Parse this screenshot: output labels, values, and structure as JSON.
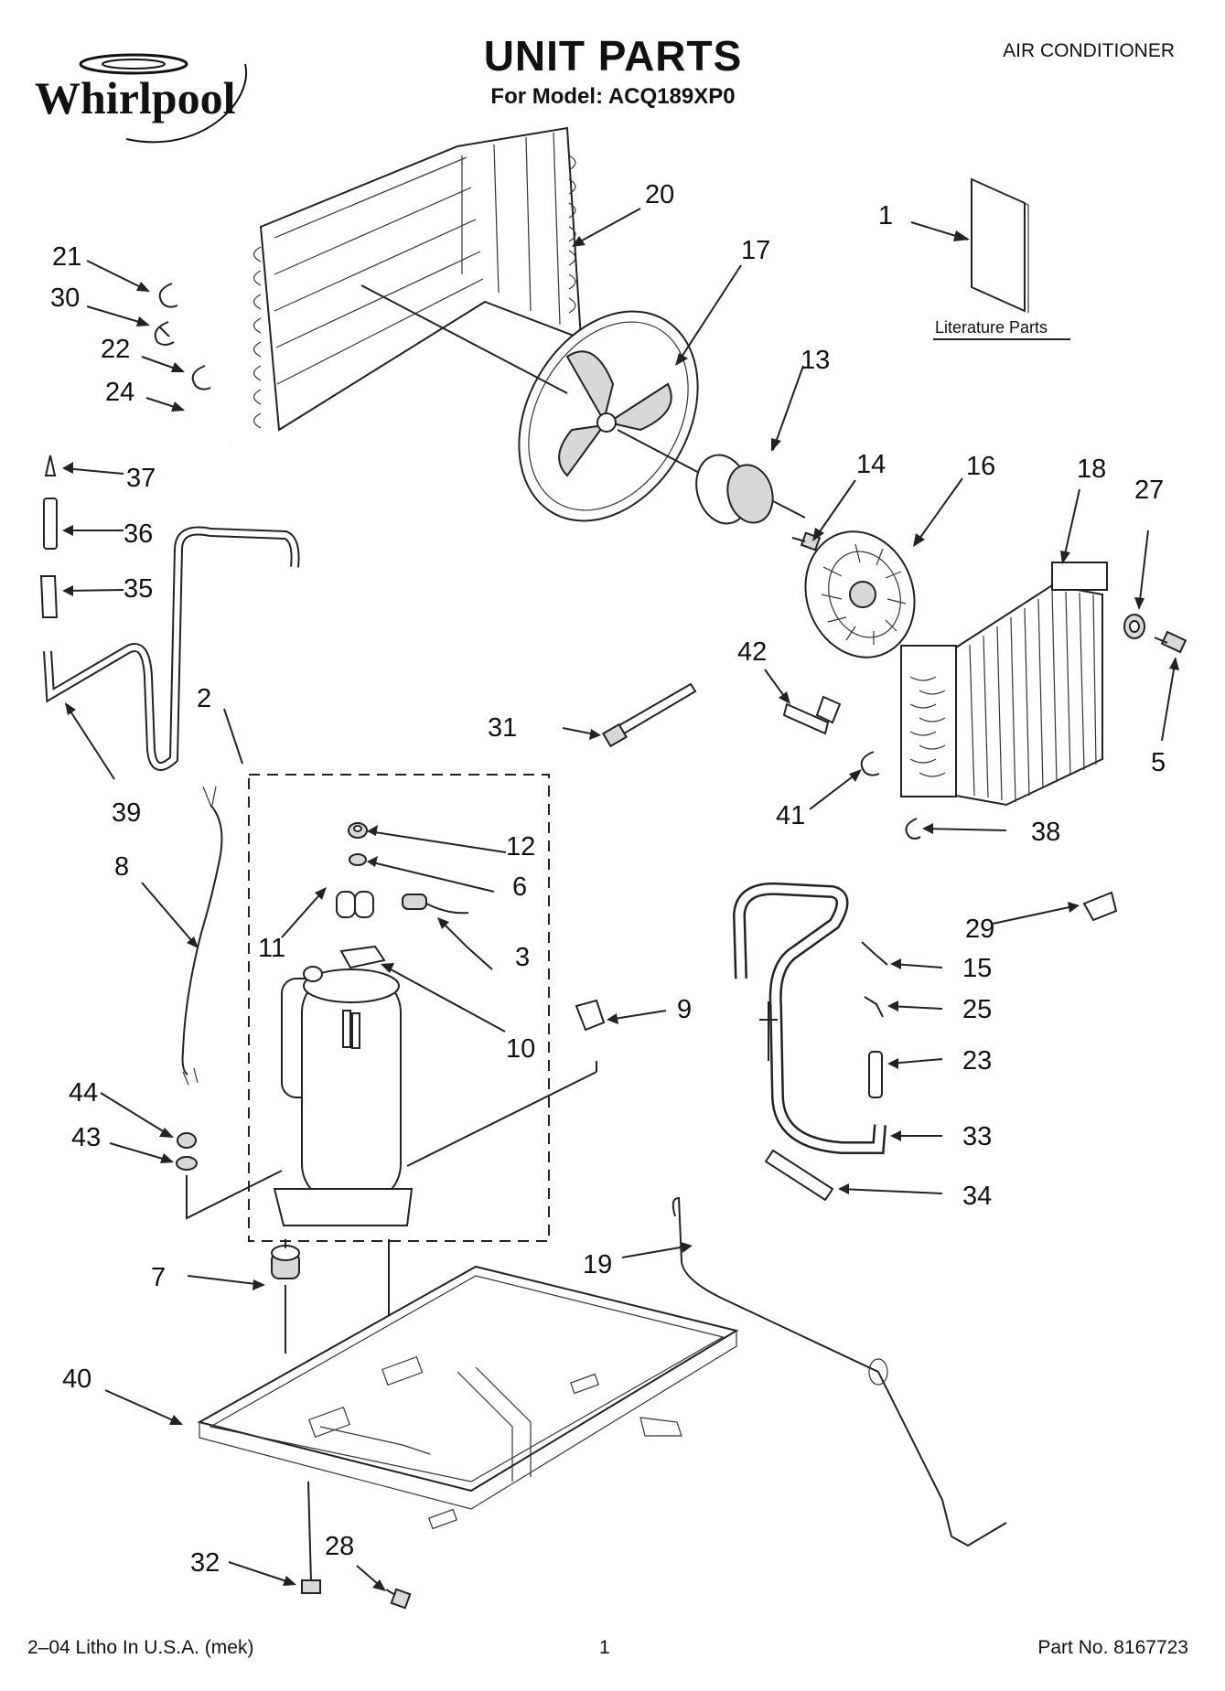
{
  "header": {
    "brand": "Whirlpool",
    "title": "UNIT PARTS",
    "model": "For Model: ACQ189XP0",
    "category": "AIR CONDITIONER"
  },
  "literature_label": "Literature Parts",
  "callouts": [
    "1",
    "2",
    "3",
    "5",
    "6",
    "7",
    "8",
    "9",
    "10",
    "11",
    "12",
    "13",
    "14",
    "15",
    "16",
    "17",
    "18",
    "19",
    "20",
    "21",
    "22",
    "23",
    "24",
    "25",
    "27",
    "28",
    "29",
    "30",
    "31",
    "32",
    "33",
    "34",
    "35",
    "36",
    "37",
    "38",
    "39",
    "40",
    "41",
    "42",
    "43",
    "44"
  ],
  "footer": {
    "left": "2–04 Litho In U.S.A. (mek)",
    "center": "1",
    "right": "Part No. 8167723"
  }
}
